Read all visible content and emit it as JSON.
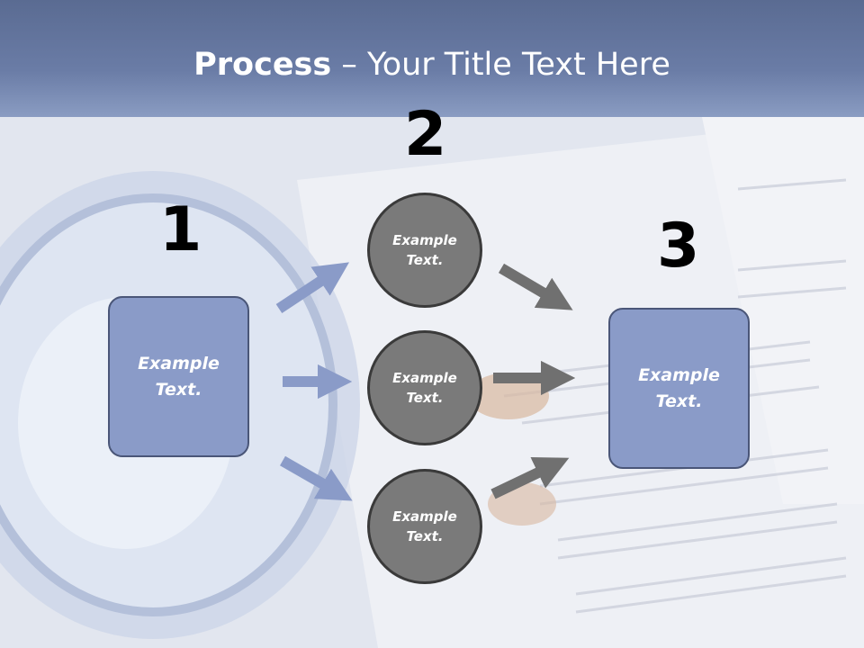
{
  "title": {
    "bold": "Process",
    "rest": " – Your Title Text Here"
  },
  "numbers": {
    "n1": "1",
    "n2": "2",
    "n3": "3"
  },
  "left_box": {
    "line1": "Example",
    "line2": "Text."
  },
  "right_box": {
    "line1": "Example",
    "line2": "Text."
  },
  "circles": [
    {
      "line1": "Example",
      "line2": "Text."
    },
    {
      "line1": "Example",
      "line2": "Text."
    },
    {
      "line1": "Example",
      "line2": "Text."
    }
  ],
  "colors": {
    "title_bar": "#6a7ca6",
    "box_fill": "#8a9bc8",
    "circle_fill": "#7a7a7a",
    "left_arrow": "#8a9bc8",
    "right_arrow": "#707070"
  }
}
